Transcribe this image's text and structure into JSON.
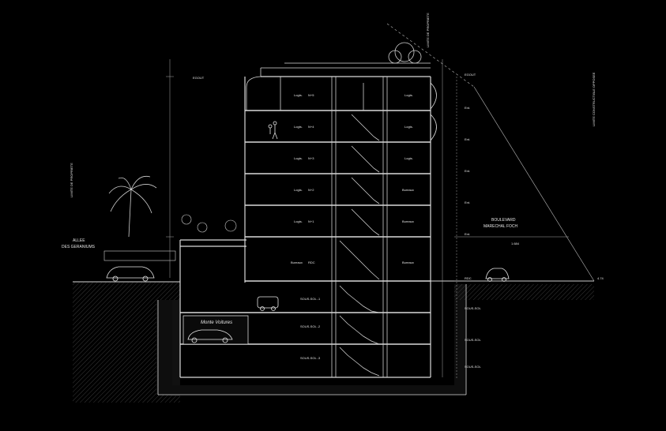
{
  "labels": {
    "allee_line1": "ALLEE",
    "allee_line2": "DES GERANIUMS",
    "boulevard_line1": "BOULEVARD",
    "boulevard_line2": "MARECHAL FOCH",
    "limite_propriete_left": "LIMITE DE PROPRIETE",
    "limite_propriete_top": "LIMITE DE PROPRIETE",
    "limite_constructible": "LIMITE CONSTRUCTIBLE OPPOSEE",
    "monte_voitures": "Monte Voitures",
    "egout_left": "EGOUT",
    "egout_right": "EGOUT",
    "width_dim": "1.684",
    "ground_level": "4.74"
  },
  "floors": [
    {
      "left": "Logts.",
      "num": "N+5",
      "right": "Logts."
    },
    {
      "left": "Logts.",
      "num": "N+4",
      "right": "Logts."
    },
    {
      "left": "Logts.",
      "num": "N+3",
      "right": "Logts."
    },
    {
      "left": "Logts.",
      "num": "N+2",
      "right": "Bureaux"
    },
    {
      "left": "Logts.",
      "num": "N+1",
      "right": "Bureaux"
    },
    {
      "left": "Bureaux",
      "num": "RDC",
      "right": "Bureaux"
    }
  ],
  "basements": [
    "SOUS-SOL -1",
    "SOUS-SOL -2",
    "SOUS-SOL -3"
  ],
  "right_floor_tags": [
    "Ent.",
    "Ent.",
    "Ent.",
    "Ent.",
    "Ent.",
    "RDC",
    "SOUS-SOL",
    "SOUS-SOL",
    "SOUS-SOL"
  ],
  "colors": {
    "background": "#000000",
    "lines": "#d9d9d9",
    "fill_dark": "#141414",
    "ground": "#1c1c1c"
  },
  "icons": [
    "palm-tree-icon",
    "tree-icon",
    "car-icon",
    "person-icon",
    "plant-icon"
  ]
}
